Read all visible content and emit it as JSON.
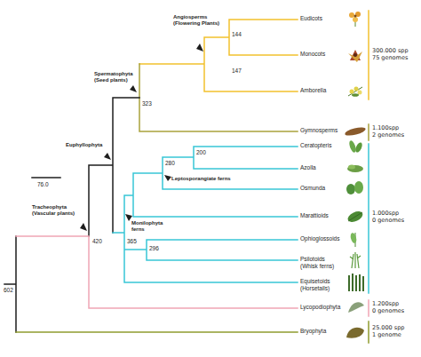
{
  "diagram": {
    "labels": [
      "Angiosperms (Flowering Plants)",
      "Eudicots",
      "144",
      "Monocots",
      "147",
      "300.000 spp 75 genomes",
      "Spermatophyta (Seed plants)",
      "Amborella",
      "323",
      "Gymnosperms",
      "1.100spp 2 genomes",
      "Euphyllophyta",
      "Ceratopteris",
      "200",
      "Azolla",
      "280",
      "Leptosporangiate ferns",
      "76.0",
      "Osmunda",
      "Tracheophyta (Vascular plants)",
      "1.000spp 0 genomes",
      "Marattioids",
      "Monilophyta ferns",
      "420",
      "365",
      "Ophioglossoids",
      "296",
      "Psilotoids (Whisk ferns)",
      "Equisetoids (Horsetails)",
      "602",
      "Lycopodiophyta",
      "1.200spp 0 genomes",
      "Bryophyta",
      "25.000 spp 1 genome"
    ]
  }
}
